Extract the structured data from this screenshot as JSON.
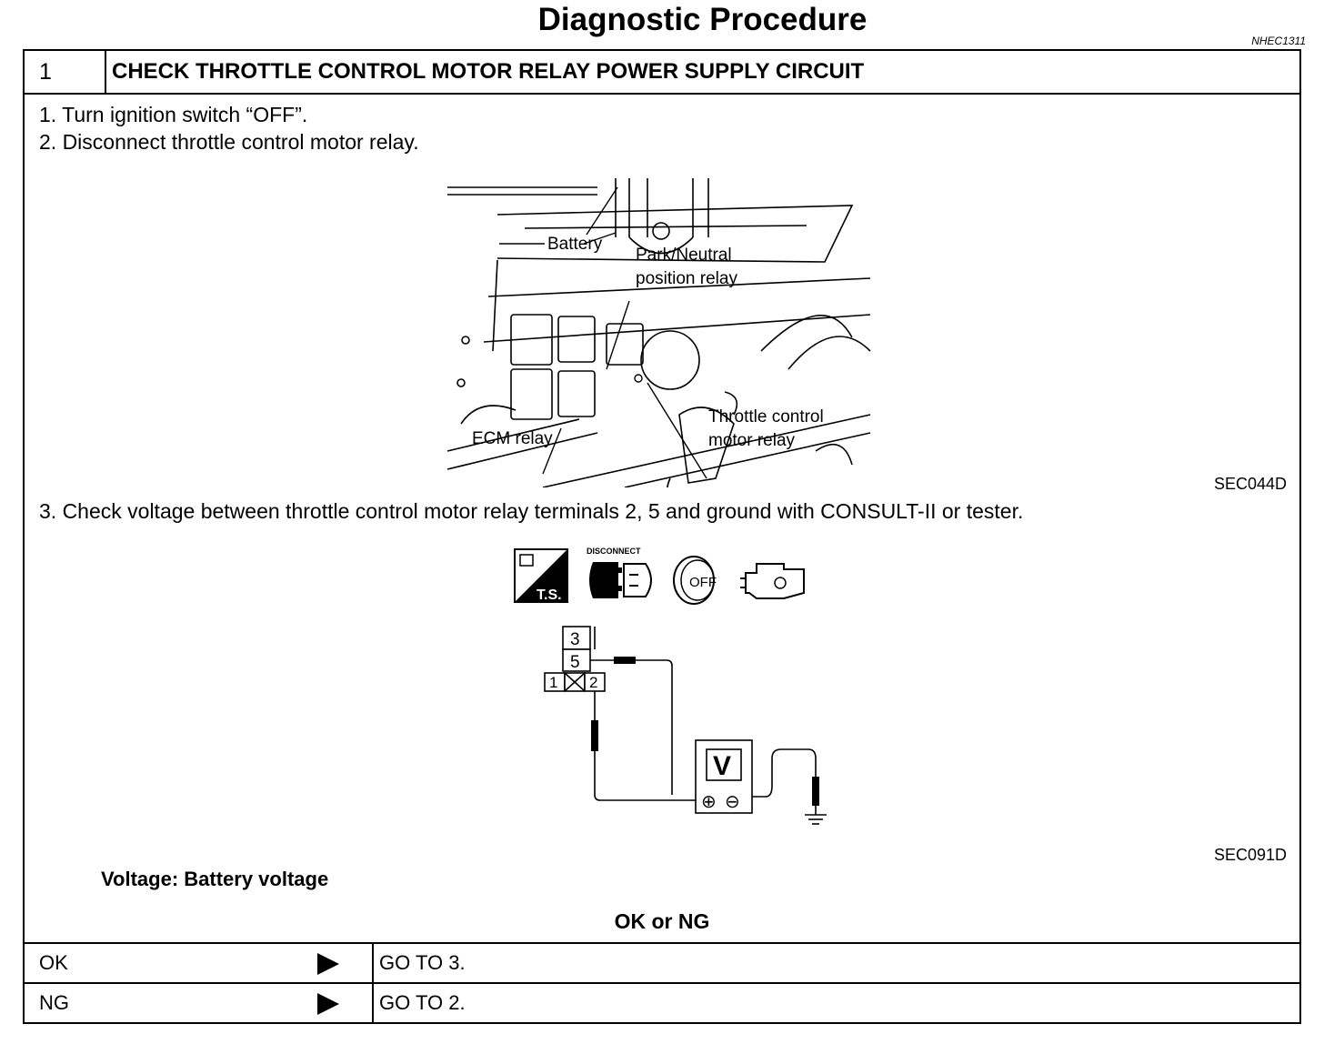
{
  "page": {
    "title": "Diagnostic Procedure",
    "doc_id": "NHEC1311"
  },
  "step_header": {
    "number": "1",
    "title": "CHECK THROTTLE CONTROL MOTOR RELAY POWER SUPPLY CIRCUIT"
  },
  "instructions": [
    "1.  Turn ignition switch “OFF”.",
    "2.  Disconnect throttle control motor relay.",
    "3.  Check voltage between throttle control motor relay terminals 2, 5 and ground with CONSULT-II or tester."
  ],
  "figure1": {
    "caption": "SEC044D",
    "labels": {
      "battery": "Battery",
      "park_neutral_1": "Park/Neutral",
      "park_neutral_2": "position relay",
      "ecm_relay": "ECM relay",
      "throttle_1": "Throttle control",
      "throttle_2": "motor relay"
    }
  },
  "icons": {
    "ts_label": "T.S.",
    "disconnect_label": "DISCONNECT",
    "ignition_label": "OFF",
    "names": [
      "ts-icon",
      "disconnect-icon",
      "ignition-off-icon",
      "engine-icon"
    ]
  },
  "figure2": {
    "caption": "SEC091D",
    "terminals": {
      "t3": "3",
      "t5": "5",
      "t1": "1",
      "t2": "2"
    },
    "meter_label": "V",
    "plus": "⊕",
    "minus": "⊖"
  },
  "spec": "Voltage: Battery voltage",
  "decision": "OK or NG",
  "results": [
    {
      "key": "OK",
      "action": "GO TO 3."
    },
    {
      "key": "NG",
      "action": "GO TO 2."
    }
  ]
}
